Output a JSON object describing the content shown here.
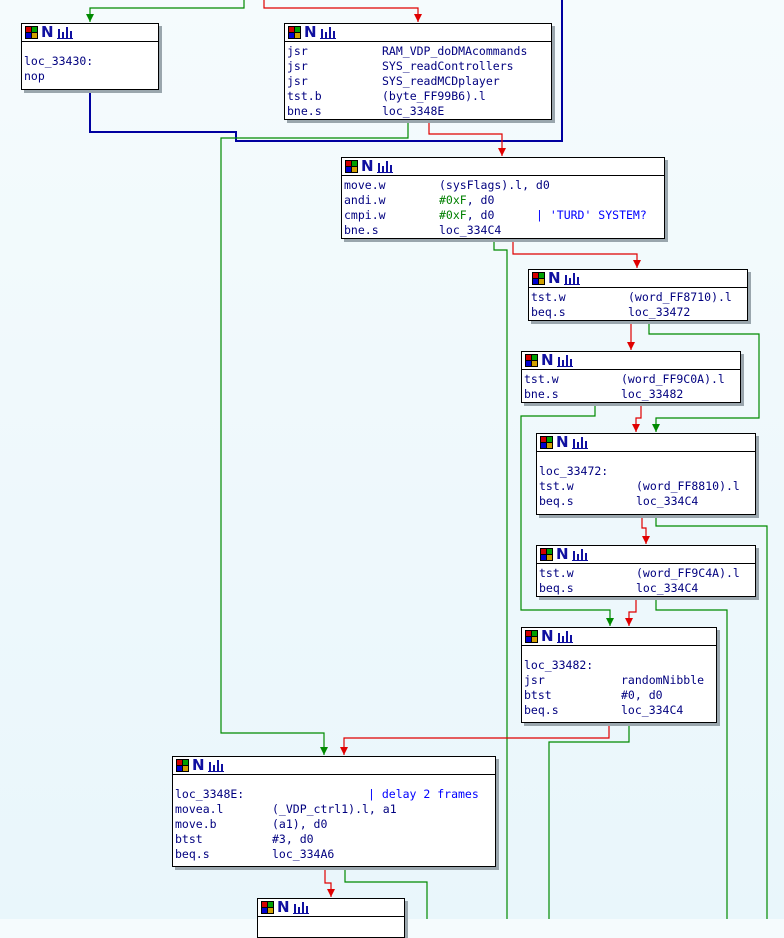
{
  "colors": {
    "background": "#eef8fc",
    "node_text": "#00007f",
    "edge_false": "#e00000",
    "edge_true": "#008a00",
    "edge_unconditional": "#0000a0",
    "hex_constant": "#007f00",
    "comment": "#0000ff"
  },
  "icons": [
    "color-palette-icon",
    "node-n-icon",
    "chart-icon"
  ],
  "nodes": [
    {
      "id": "loc_33430_block",
      "label": "loc_33430:",
      "lines": [
        {
          "mnemonic": "nop",
          "operand": ""
        }
      ]
    },
    {
      "id": "dma_block",
      "label": "",
      "lines": [
        {
          "mnemonic": "jsr",
          "operand": "RAM_VDP_doDMAcommands"
        },
        {
          "mnemonic": "jsr",
          "operand": "SYS_readControllers"
        },
        {
          "mnemonic": "jsr",
          "operand": "SYS_readMCDplayer"
        },
        {
          "mnemonic": "tst.b",
          "operand": "(byte_FF99B6).l"
        },
        {
          "mnemonic": "bne.s",
          "operand": "loc_3348E"
        }
      ]
    },
    {
      "id": "sysflags_block",
      "label": "",
      "lines": [
        {
          "mnemonic": "move.w",
          "operand": "(sysFlags).l, d0"
        },
        {
          "mnemonic": "andi.w",
          "operand_hex": "#0xF",
          "operand_rest": ", d0"
        },
        {
          "mnemonic": "cmpi.w",
          "operand_hex": "#0xF",
          "operand_rest": ", d0",
          "comment": "| 'TURD' SYSTEM?"
        },
        {
          "mnemonic": "bne.s",
          "operand": "loc_334C4"
        }
      ]
    },
    {
      "id": "ff8710_block",
      "label": "",
      "lines": [
        {
          "mnemonic": "tst.w",
          "operand": "(word_FF8710).l"
        },
        {
          "mnemonic": "beq.s",
          "operand": "loc_33472"
        }
      ]
    },
    {
      "id": "ff9c0a_block",
      "label": "",
      "lines": [
        {
          "mnemonic": "tst.w",
          "operand": "(word_FF9C0A).l"
        },
        {
          "mnemonic": "bne.s",
          "operand": "loc_33482"
        }
      ]
    },
    {
      "id": "loc_33472_block",
      "label": "loc_33472:",
      "lines": [
        {
          "mnemonic": "tst.w",
          "operand": "(word_FF8810).l"
        },
        {
          "mnemonic": "beq.s",
          "operand": "loc_334C4"
        }
      ]
    },
    {
      "id": "ff9c4a_block",
      "label": "",
      "lines": [
        {
          "mnemonic": "tst.w",
          "operand": "(word_FF9C4A).l"
        },
        {
          "mnemonic": "beq.s",
          "operand": "loc_334C4"
        }
      ]
    },
    {
      "id": "loc_33482_block",
      "label": "loc_33482:",
      "lines": [
        {
          "mnemonic": "jsr",
          "operand": "randomNibble"
        },
        {
          "mnemonic": "btst",
          "operand": "#0, d0"
        },
        {
          "mnemonic": "beq.s",
          "operand": "loc_334C4"
        }
      ]
    },
    {
      "id": "loc_3348E_block",
      "label": "loc_3348E:",
      "label_comment": "| delay 2 frames",
      "lines": [
        {
          "mnemonic": "movea.l",
          "operand": "(_VDP_ctrl1).l, a1"
        },
        {
          "mnemonic": "move.b",
          "operand": "(a1), d0"
        },
        {
          "mnemonic": "btst",
          "operand": "#3, d0"
        },
        {
          "mnemonic": "beq.s",
          "operand": "loc_334A6"
        }
      ]
    },
    {
      "id": "bottom_block",
      "label": "",
      "lines": []
    }
  ]
}
